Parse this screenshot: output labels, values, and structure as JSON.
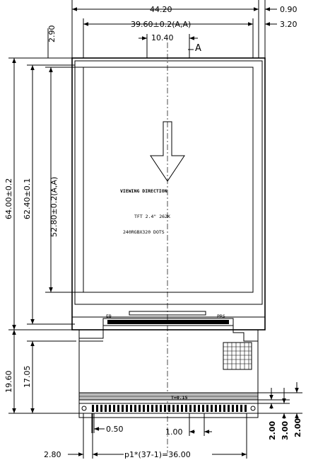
{
  "dimensions": {
    "top_width": "44.20",
    "right_offset_1": "0.90",
    "active_width": "39.60±0.2(A,A)",
    "right_offset_2": "3.20",
    "center_width": "10.40",
    "datum": "A",
    "top_offset": "2.90",
    "total_height": "64.00±0.2",
    "glass_height": "62.40±0.1",
    "active_height": "52.80±0.2(A,A)",
    "fpc_height": "19.60",
    "fpc_inner_height": "17.05",
    "pad_width": "0.50",
    "pitch": "1.00",
    "right_dim_1": "2.00",
    "right_dim_2": "3.00",
    "right_dim_3": "2.00",
    "left_bottom": "2.80",
    "pitch_total": "p1*(37-1)=36.00"
  },
  "panel_labels": {
    "viewing_direction": "VIEWING DIRECTION",
    "spec_line_1": "TFT 2.4\" 262K",
    "spec_line_2": "240RGBX320 DOTS",
    "pin_left": "EB",
    "pin_right": "PRS",
    "fpc_label": "T=0.15"
  }
}
